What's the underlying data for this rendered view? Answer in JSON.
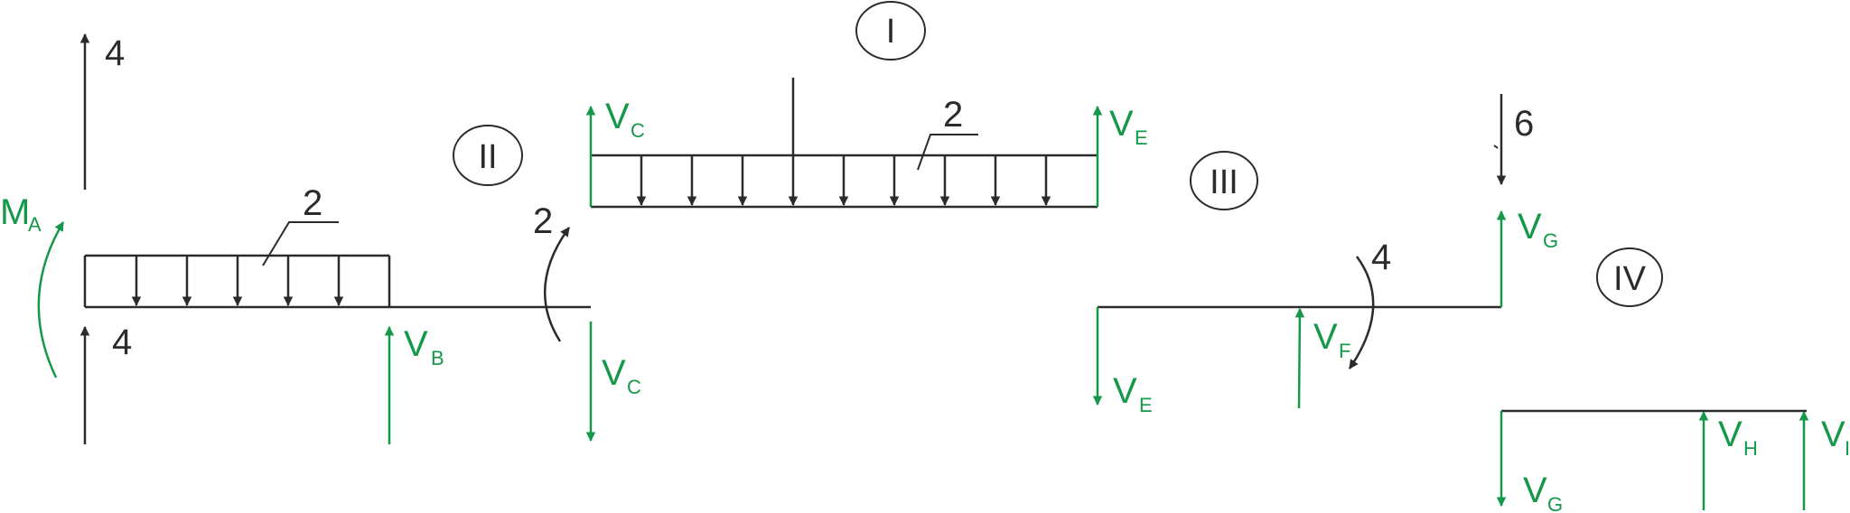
{
  "colors": {
    "ink": "#2b2b2b",
    "reaction": "#16984a"
  },
  "figure": {
    "parts": {
      "part1": {
        "roman": "I"
      },
      "part2": {
        "roman": "II"
      },
      "part3": {
        "roman": "III"
      },
      "part4": {
        "roman": "IV"
      }
    },
    "segment_II": {
      "load_top_force": "4",
      "moment_A_letter": "M",
      "moment_A_sub": "A",
      "udl_label": "2",
      "support_force": "4",
      "reaction_B_letter": "V",
      "reaction_B_sub": "B",
      "end_moment": "2",
      "shear_C_letter": "V",
      "shear_C_sub": "C"
    },
    "segment_I": {
      "reaction_C_letter": "V",
      "reaction_C_sub": "C",
      "udl_label": "2",
      "reaction_E_letter": "V",
      "reaction_E_sub": "E"
    },
    "segment_III": {
      "shear_E_letter": "V",
      "shear_E_sub": "E",
      "reaction_F_letter": "V",
      "reaction_F_sub": "F",
      "moment": "4",
      "reaction_G_letter": "V",
      "reaction_G_sub": "G",
      "point_load": "6"
    },
    "segment_IV": {
      "shear_G_letter": "V",
      "shear_G_sub": "G",
      "reaction_H_letter": "V",
      "reaction_H_sub": "H",
      "reaction_I_letter": "V",
      "reaction_I_sub": "I"
    }
  }
}
